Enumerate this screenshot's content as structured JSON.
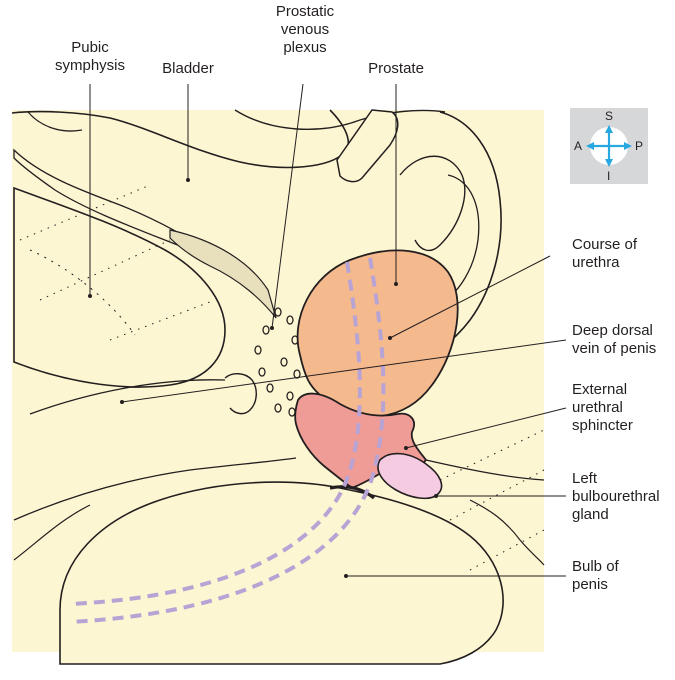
{
  "labels": {
    "pubic_symphysis": [
      "Pubic",
      "symphysis"
    ],
    "bladder": [
      "Bladder"
    ],
    "prostatic_venous_plexus": [
      "Prostatic",
      "venous",
      "plexus"
    ],
    "prostate": [
      "Prostate"
    ],
    "course_of_urethra": [
      "Course of",
      "urethra"
    ],
    "deep_dorsal_vein": [
      "Deep dorsal",
      "vein of penis"
    ],
    "external_urethral_sphincter": [
      "External",
      "urethral",
      "sphincter"
    ],
    "left_bulbourethral_gland": [
      "Left",
      "bulbourethral",
      "gland"
    ],
    "bulb_of_penis": [
      "Bulb of",
      "penis"
    ]
  },
  "orientation": {
    "superior": "S",
    "inferior": "I",
    "anterior": "A",
    "posterior": "P"
  },
  "colors": {
    "background": "#fdf6d2",
    "prostate": "#f5b98e",
    "sphincter": "#ef9b96",
    "gland": "#f4cbe0",
    "urethra_dash": "#b8a4d4",
    "outline": "#231f20",
    "orientation_box": "#d6d7d9",
    "orientation_arrow": "#28a8e0"
  }
}
